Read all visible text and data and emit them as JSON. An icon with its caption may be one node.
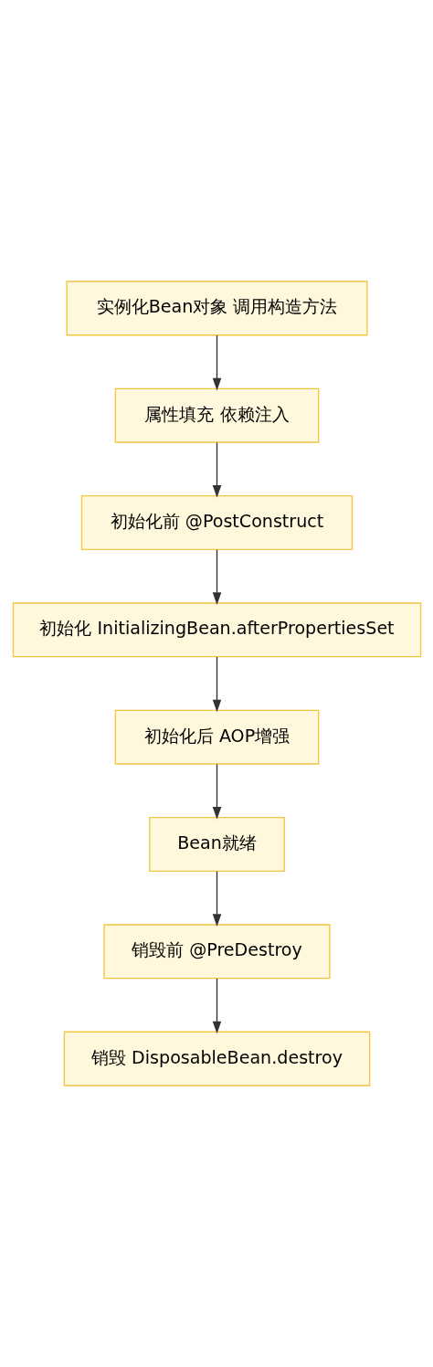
{
  "diagram": {
    "nodes": [
      {
        "text": [
          "实例化Bean对象 调用构造方法"
        ]
      },
      {
        "text": [
          "属性填充 依赖注入"
        ]
      },
      {
        "text": [
          "初始化前 @PostConstruct"
        ]
      },
      {
        "text": [
          "初始化 InitializingBean.afterPropertiesSet"
        ]
      },
      {
        "text": [
          "初始化后 AOP增强"
        ]
      },
      {
        "text": [
          "Bean就绪"
        ]
      },
      {
        "text": [
          "销毁前 @PreDestroy"
        ]
      },
      {
        "text": [
          "销毁 DisposableBean.destroy"
        ]
      }
    ],
    "edges": [
      {
        "from": 0,
        "to": 1,
        "arrow": "to"
      },
      {
        "from": 1,
        "to": 2,
        "arrow": "to"
      },
      {
        "from": 2,
        "to": 3,
        "arrow": "to"
      },
      {
        "from": 3,
        "to": 4,
        "arrow": "to"
      },
      {
        "from": 4,
        "to": 5,
        "arrow": "to"
      },
      {
        "from": 5,
        "to": 6,
        "arrow": "to"
      },
      {
        "from": 6,
        "to": 7,
        "arrow": "to"
      }
    ]
  }
}
